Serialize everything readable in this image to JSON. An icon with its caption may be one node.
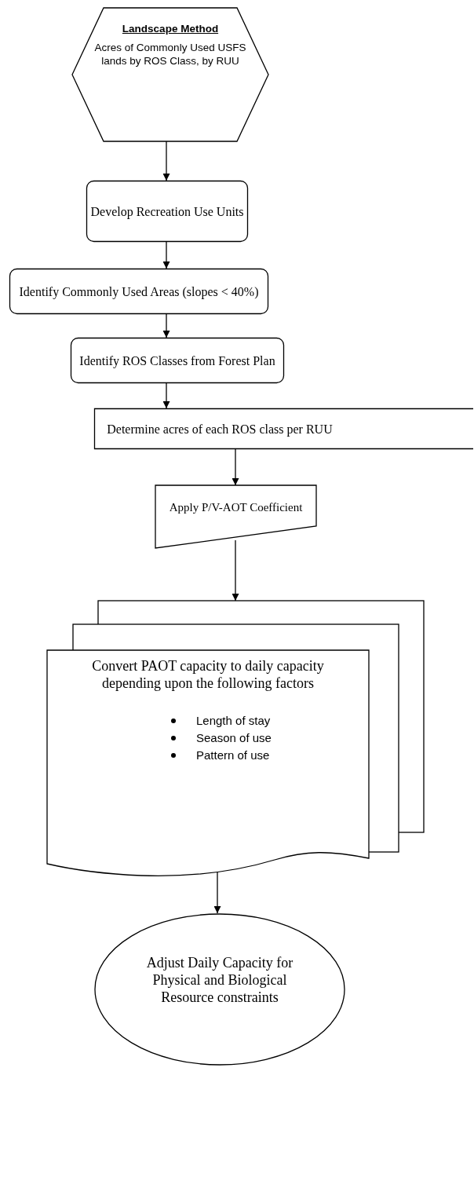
{
  "diagram": {
    "nodes": [
      {
        "text": [
          "Landscape Method",
          "Acres of Commonly Used USFS lands by ROS Class, by RUU"
        ]
      },
      {
        "text": [
          "Develop Recreation Use Units"
        ]
      },
      {
        "text": [
          "Identify Commonly Used Areas (slopes < 40%)"
        ]
      },
      {
        "text": [
          "Identify ROS Classes from Forest Plan"
        ]
      },
      {
        "text": [
          "Determine acres of each ROS class per RUU"
        ]
      },
      {
        "text": [
          "Apply P/V-AOT Coefficient"
        ]
      },
      {
        "text": [
          "Convert PAOT capacity to daily capacity depending upon the following factors",
          "Length of stay",
          "Season of use",
          "Pattern of use"
        ]
      },
      {
        "text": [
          "Adjust Daily Capacity for Physical and Biological Resource constraints"
        ]
      }
    ],
    "edges": [
      {
        "from": 0,
        "to": 1,
        "arrow": "to"
      },
      {
        "from": 1,
        "to": 2,
        "arrow": "to"
      },
      {
        "from": 2,
        "to": 3,
        "arrow": "to"
      },
      {
        "from": 3,
        "to": 4,
        "arrow": "to"
      },
      {
        "from": 4,
        "to": 5,
        "arrow": "to"
      },
      {
        "from": 5,
        "to": 6,
        "arrow": "to"
      },
      {
        "from": 6,
        "to": 7,
        "arrow": "to"
      }
    ]
  }
}
